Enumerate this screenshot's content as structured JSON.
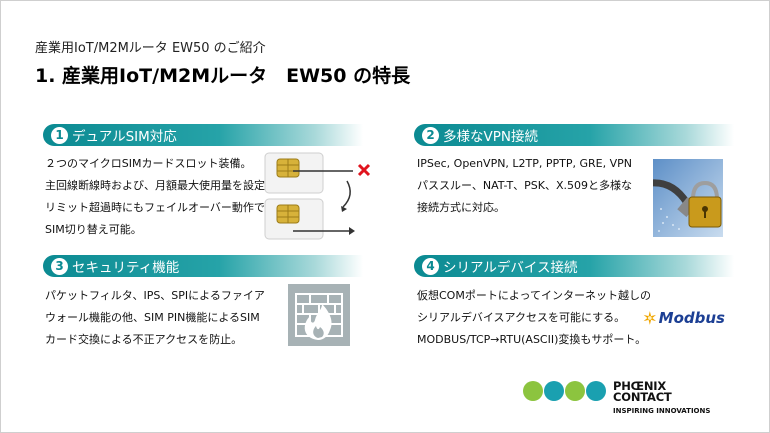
{
  "header": {
    "subtitle": "産業用IoT/M2Mルータ EW50 のご紹介",
    "title": "1. 産業用IoT/M2Mルータ　EW50 の特長"
  },
  "sections": [
    {
      "number": "1",
      "heading": "デュアルSIM対応",
      "lines": [
        "２つのマイクロSIMカードスロット装備。",
        "主回線断線時および、月額最大使用量を設定し、",
        "リミット超過時にもフェイルオーバー動作で",
        "SIM切り替え可能。"
      ],
      "icon": "dual-sim-icon"
    },
    {
      "number": "2",
      "heading": "多様なVPN接続",
      "lines": [
        "IPSec, OpenVPN, L2TP, PPTP, GRE, VPN",
        "パススルー、NAT-T、PSK、X.509と多様な",
        "接続方式に対応。"
      ],
      "icon": "vpn-lock-cable-icon"
    },
    {
      "number": "3",
      "heading": "セキュリティ機能",
      "lines": [
        "パケットフィルタ、IPS、SPIによるファイア",
        "ウォール機能の他、SIM PIN機能によるSIM",
        "カード交換による不正アクセスを防止。"
      ],
      "icon": "firewall-icon"
    },
    {
      "number": "4",
      "heading": "シリアルデバイス接続",
      "lines": [
        "仮想COMポートによってインターネット越しの",
        "シリアルデバイスアクセスを可能にする。",
        "MODBUS/TCP→RTU(ASCII)変換もサポート。"
      ],
      "icon": "modbus-logo",
      "logo_text": "Modbus"
    }
  ],
  "footer": {
    "brand_line1": "PHŒNIX",
    "brand_line2": "CONTACT",
    "tagline": "INSPIRING INNOVATIONS",
    "dot_colors": [
      "#8cc43f",
      "#1aa0b0",
      "#8cc43f",
      "#1aa0b0",
      "#8cc43f"
    ]
  },
  "colors": {
    "accent": "#0b8a92",
    "firewall_bg": "#a7b2b5",
    "cross": "#e0141e"
  }
}
